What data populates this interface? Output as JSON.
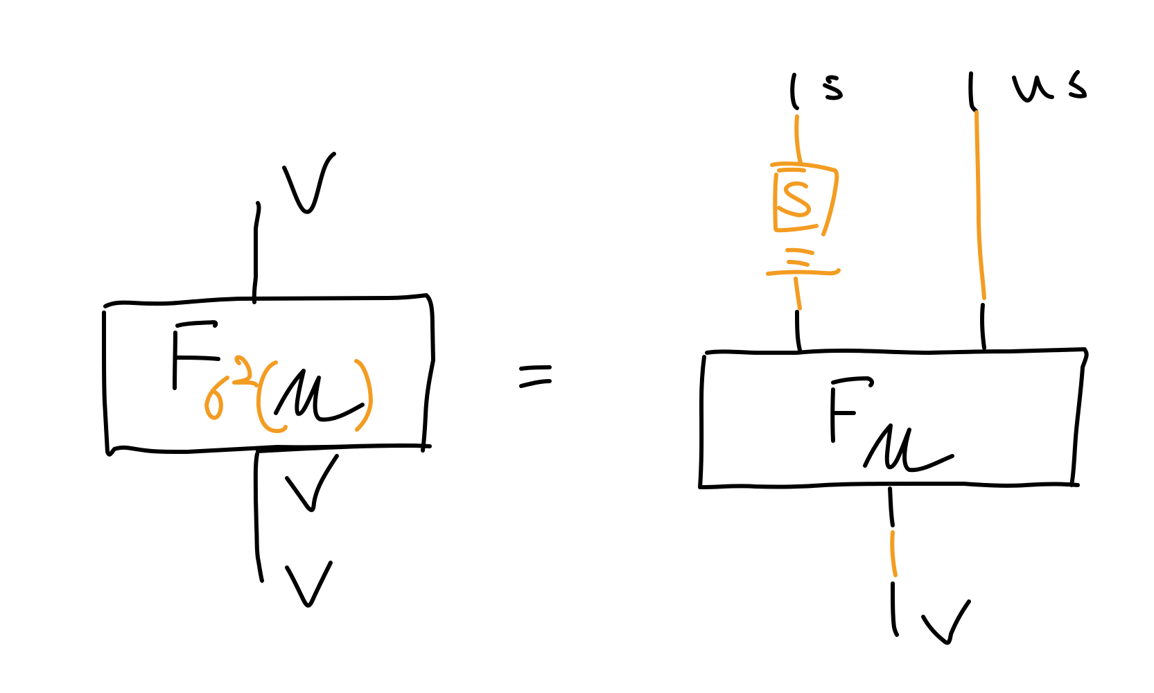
{
  "colors": {
    "ink": "#000000",
    "accent": "#f39c22",
    "background": "#ffffff"
  },
  "left_box": {
    "label_F": "F",
    "label_subscript_s": "s",
    "label_paren_open": "(",
    "label_M": "M",
    "label_paren_close": ")",
    "top_wire_label": "V",
    "bottom_wire_label_1": "V",
    "bottom_wire_label_2": "V"
  },
  "equals": "=",
  "right_box": {
    "label_F": "F",
    "label_M": "M",
    "top_left_wire_label": "s",
    "top_right_wire_label": "ws",
    "inner_box_label": "S",
    "bottom_wire_label": "V"
  }
}
